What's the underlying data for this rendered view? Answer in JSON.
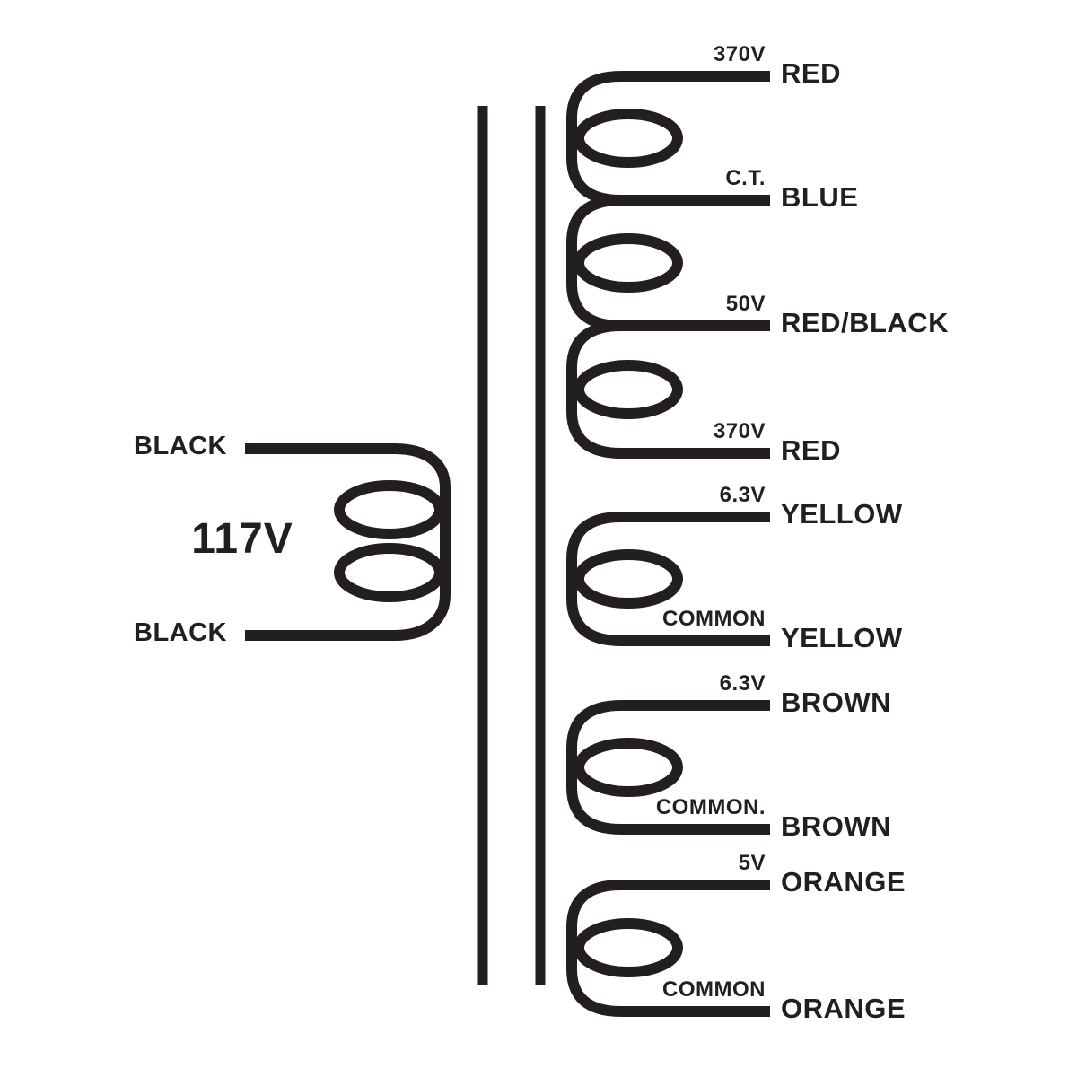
{
  "background_color": "#ffffff",
  "line_color": "#231f20",
  "primary": {
    "top_lead_label": "BLACK",
    "voltage_label": "117V",
    "bottom_lead_label": "BLACK"
  },
  "secondary_windings": [
    {
      "taps": [
        {
          "tap_label": "370V",
          "wire_label": "RED"
        },
        {
          "tap_label": "C.T.",
          "wire_label": "BLUE"
        },
        {
          "tap_label": "50V",
          "wire_label": "RED/BLACK"
        },
        {
          "tap_label": "370V",
          "wire_label": "RED"
        }
      ]
    },
    {
      "taps": [
        {
          "tap_label": "6.3V",
          "wire_label": "YELLOW"
        },
        {
          "tap_label": "COMMON",
          "wire_label": "YELLOW"
        }
      ]
    },
    {
      "taps": [
        {
          "tap_label": "6.3V",
          "wire_label": "BROWN"
        },
        {
          "tap_label": "COMMON.",
          "wire_label": "BROWN"
        }
      ]
    },
    {
      "taps": [
        {
          "tap_label": "5V",
          "wire_label": "ORANGE"
        },
        {
          "tap_label": "COMMON",
          "wire_label": "ORANGE"
        }
      ]
    }
  ]
}
